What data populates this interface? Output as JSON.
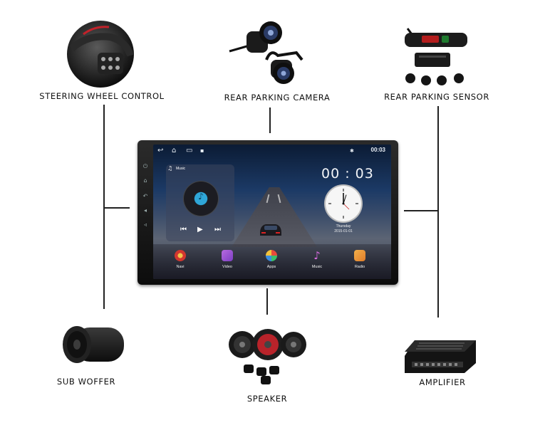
{
  "components": {
    "steering": "STEERING WHEEL CONTROL",
    "camera": "REAR PARKING CAMERA",
    "sensor": "REAR PARKING SENSOR",
    "sub": "SUB WOFFER",
    "speaker": "SPEAKER",
    "amplifier": "AMPLIFIER"
  },
  "screen": {
    "status_time": "00:03",
    "clock_digital": "00 : 03",
    "music_label": "Music",
    "day": "Thursday",
    "date": "2015-01-01",
    "apps": [
      "Navi",
      "Video",
      "Apps",
      "Music",
      "Radio"
    ]
  },
  "icons": [
    "back-icon",
    "home-icon",
    "recent-apps-icon",
    "sd-card-icon",
    "bluetooth-icon",
    "music-note-icon",
    "prev-icon",
    "play-icon",
    "next-icon",
    "navi-icon",
    "video-icon",
    "apps-icon",
    "music-icon",
    "radio-icon"
  ]
}
